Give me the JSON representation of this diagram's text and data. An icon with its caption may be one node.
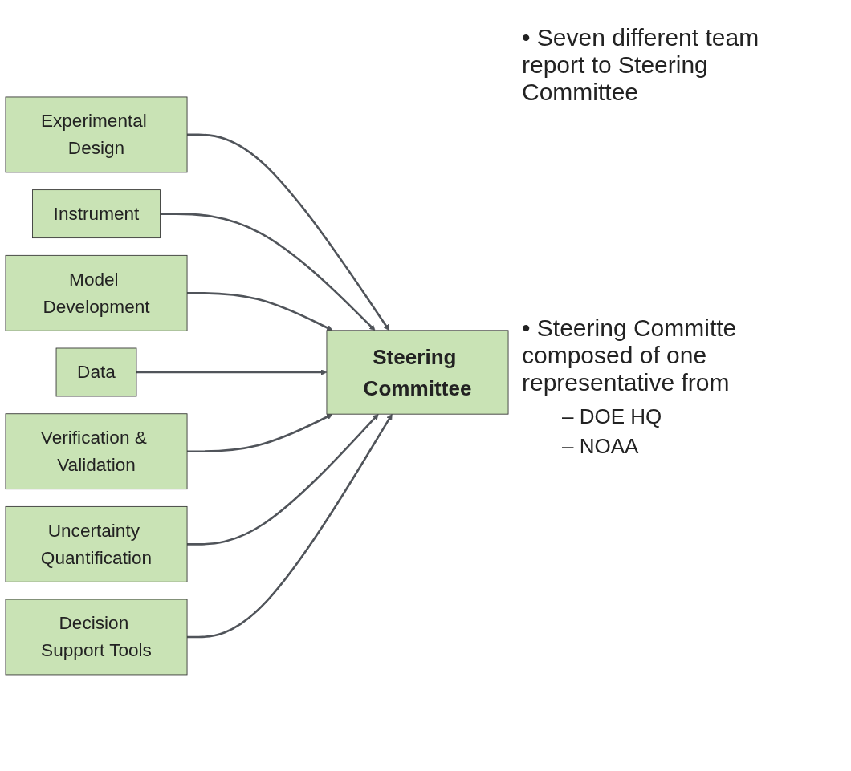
{
  "diagram": {
    "nodes": [
      {
        "text": [
          "Experimental Design"
        ]
      },
      {
        "text": [
          "Instrument"
        ]
      },
      {
        "text": [
          "Model Development"
        ]
      },
      {
        "text": [
          "Data"
        ]
      },
      {
        "text": [
          "Verification & Validation"
        ]
      },
      {
        "text": [
          "Uncertainty Quantification"
        ]
      },
      {
        "text": [
          "Decision Support Tools"
        ]
      },
      {
        "text": [
          "Steering Committee"
        ]
      }
    ],
    "edges": [
      {
        "from": 0,
        "to": 7,
        "arrow": "to"
      },
      {
        "from": 1,
        "to": 7,
        "arrow": "to"
      },
      {
        "from": 2,
        "to": 7,
        "arrow": "to"
      },
      {
        "from": 3,
        "to": 7,
        "arrow": "to"
      },
      {
        "from": 4,
        "to": 7,
        "arrow": "to"
      },
      {
        "from": 5,
        "to": 7,
        "arrow": "to"
      },
      {
        "from": 6,
        "to": 7,
        "arrow": "to"
      }
    ],
    "labels": [
      "• Seven different team report to Steering Committee",
      "• Steering Committe composed of one representative from",
      "– DOE HQ",
      "– NOAA"
    ]
  }
}
